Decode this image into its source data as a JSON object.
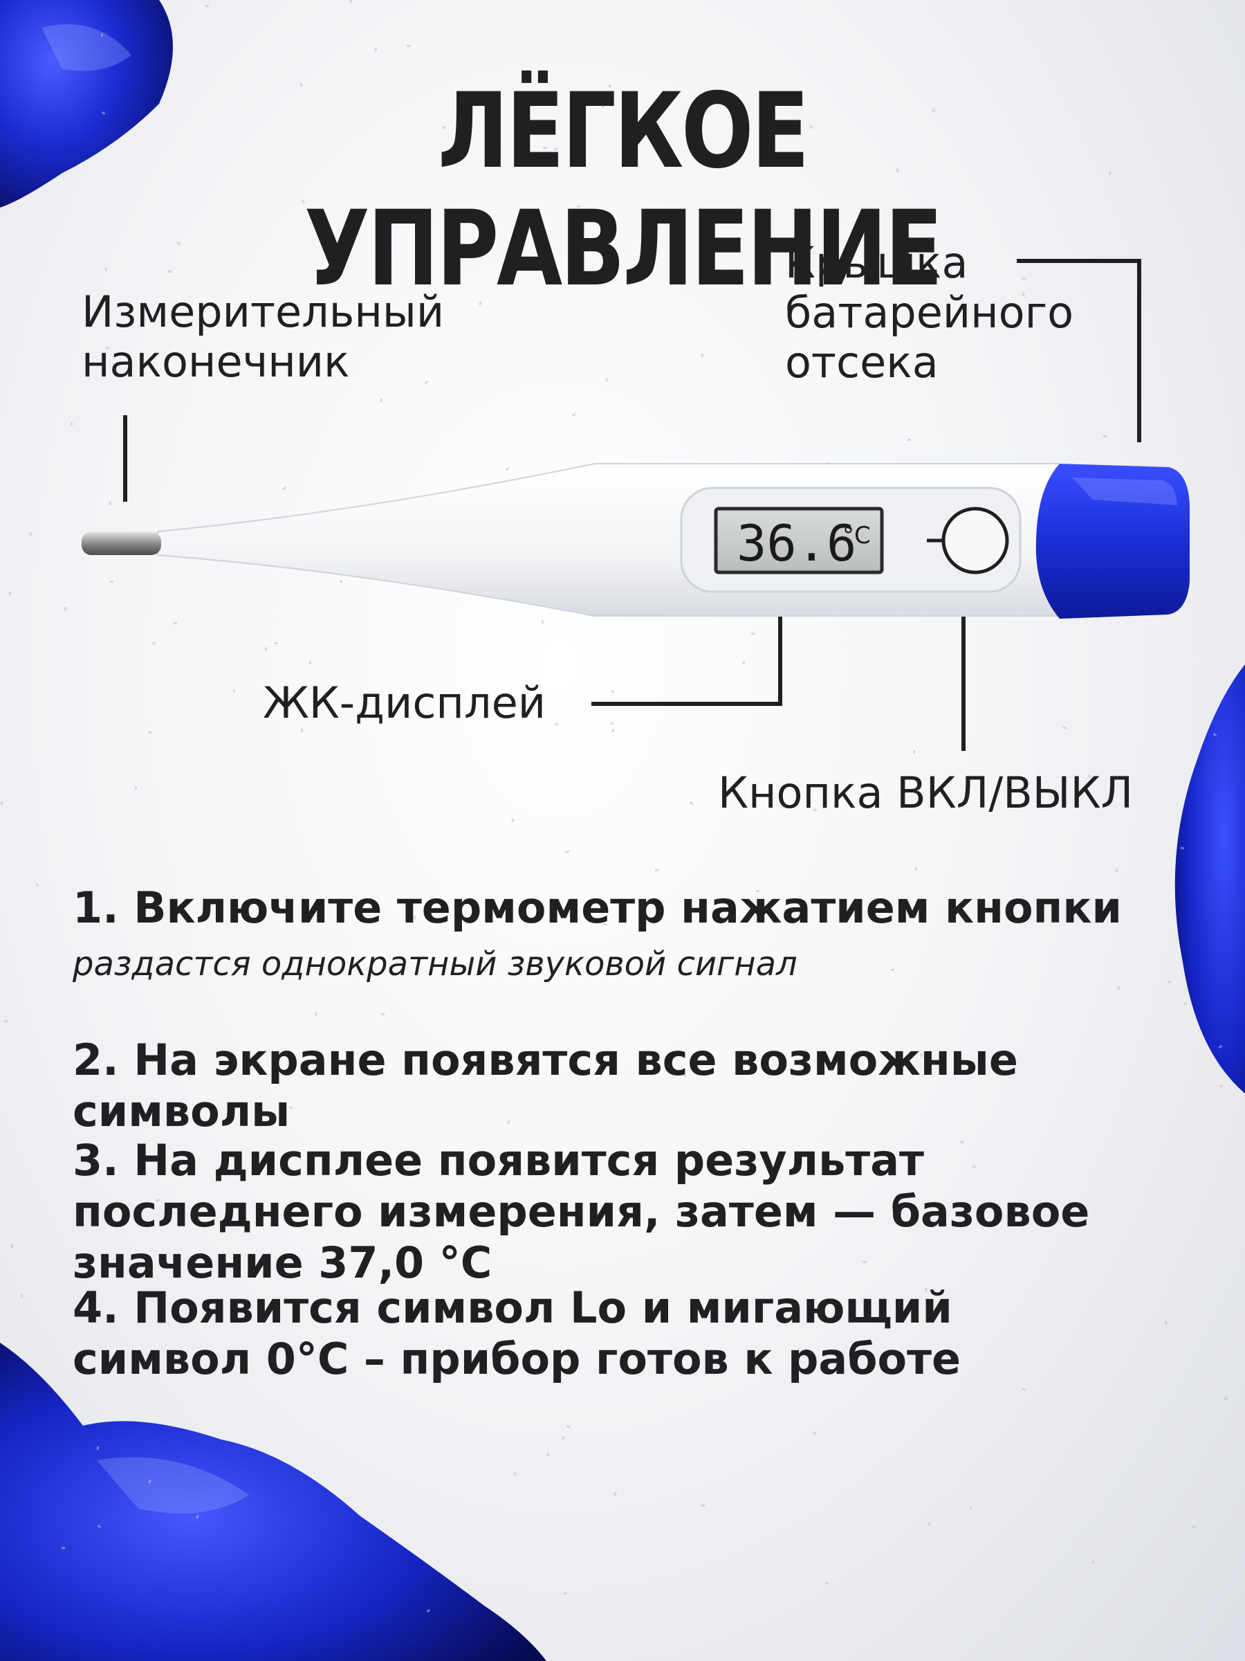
{
  "title": "ЛЁГКОЕ УПРАВЛЕНИЕ",
  "labels": {
    "tip": "Измерительный наконечник",
    "battery_cover": "Крышка батарейного отсека",
    "lcd": "ЖК-дисплей",
    "power_button": "Кнопка ВКЛ/ВЫКЛ"
  },
  "display": {
    "value": "36.6",
    "unit": "°C"
  },
  "steps": [
    {
      "main": "1. Включите термометр нажатием кнопки",
      "sub": "раздастся однократный звуковой сигнал"
    },
    {
      "main": "2. На экране появятся все возможные символы"
    },
    {
      "main": "3. На дисплее появится результат последнего измерения, затем — базовое значение 37,0 °C"
    },
    {
      "main": "4. Появится символ Lo и мигающий символ 0°C – прибор готов к работе"
    }
  ],
  "colors": {
    "accent_blue": "#1a2fd6",
    "text_dark": "#1f2022",
    "body_white": "#f7f8fa"
  }
}
